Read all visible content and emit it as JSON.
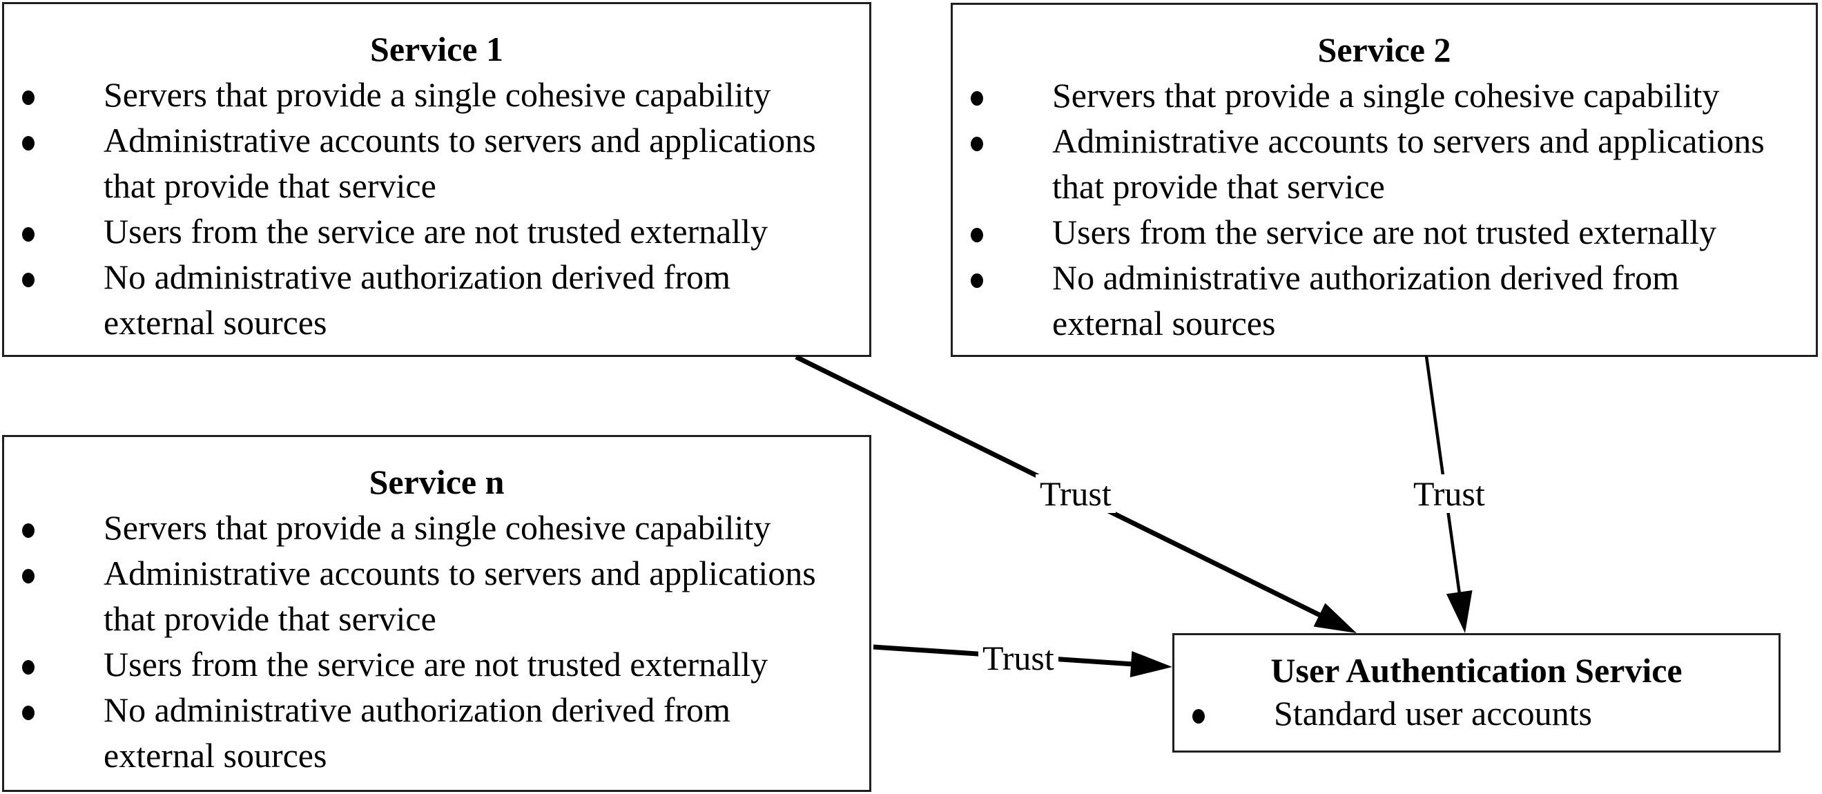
{
  "boxes": [
    {
      "title": "Service 1",
      "bullets": [
        "Servers that provide a single cohesive capability",
        "Administrative accounts to servers and applications\nthat provide that service",
        "Users from the service are not trusted externally",
        "No administrative authorization derived from\nexternal sources"
      ]
    },
    {
      "title": "Service 2",
      "bullets": [
        "Servers that provide a single cohesive capability",
        "Administrative accounts to servers and applications\nthat provide that service",
        "Users from the service are not trusted externally",
        "No administrative authorization derived from\nexternal sources"
      ]
    },
    {
      "title": "Service n",
      "bullets": [
        "Servers that provide a single cohesive capability",
        "Administrative accounts to servers and applications\nthat provide that service",
        "Users from the service are not trusted externally",
        "No administrative authorization derived from\nexternal sources"
      ]
    },
    {
      "title": "User Authentication Service",
      "bullets": [
        "Standard user accounts"
      ]
    }
  ],
  "trust_labels": {
    "from_service1": "Trust",
    "from_service2": "Trust",
    "from_servicen": "Trust"
  },
  "colors": {
    "background": "#ffffff",
    "box_border": "#1f1f1f",
    "text": "#000000",
    "arrow": "#000000"
  }
}
